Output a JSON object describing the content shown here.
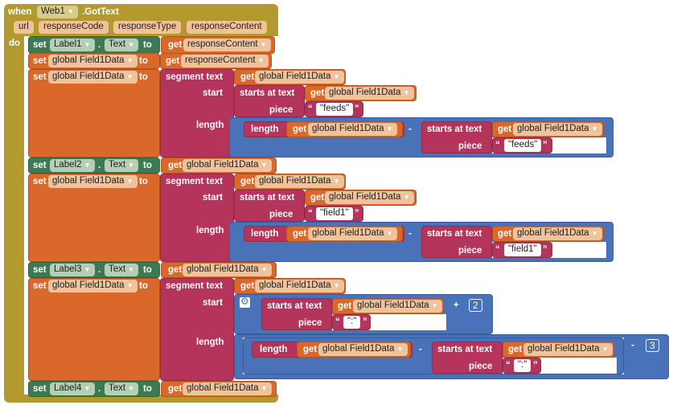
{
  "event": {
    "when": "when",
    "component": "Web1",
    "event_name": ".GotText",
    "do": "do",
    "params": [
      "url",
      "responseCode",
      "responseType",
      "responseContent"
    ]
  },
  "kw": {
    "set": "set",
    "to": "to",
    "get": "get",
    "dot": ".",
    "text_prop": "Text",
    "segment_text": "segment  text",
    "start": "start",
    "length": "length",
    "starts_at_text": "starts at  text",
    "piece": "piece",
    "length_op": "length",
    "minus": "-",
    "plus": "+",
    "quote_open": "“",
    "quote_close": "”"
  },
  "vars": {
    "global_field": "global Field1Data",
    "response_content": "responseContent"
  },
  "labels": {
    "label1": "Label1",
    "label2": "Label2",
    "label3": "Label3",
    "label4": "Label4"
  },
  "strings": {
    "feeds": "\"feeds\"",
    "field1": "\"field1\"",
    "colon": "\":\""
  },
  "numbers": {
    "two": "2",
    "three": "3"
  },
  "colors": {
    "event": "#b39a2f",
    "set_var": "#d9682a",
    "set_prop": "#3d7a53",
    "text": "#b5345b",
    "math": "#4a72b8"
  }
}
